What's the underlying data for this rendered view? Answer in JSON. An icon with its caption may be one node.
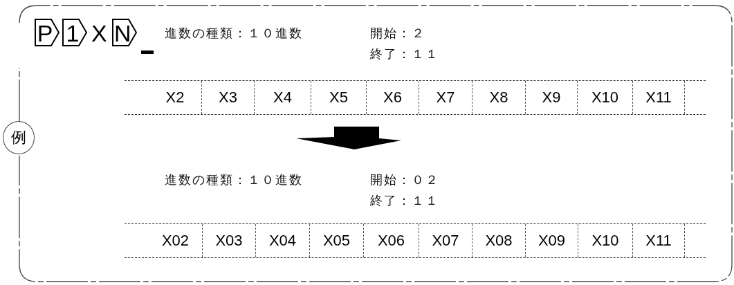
{
  "diagram": {
    "nodes": [
      {
        "text": [
          "P"
        ]
      },
      {
        "text": [
          "1"
        ]
      },
      {
        "text": [
          "N"
        ]
      },
      {
        "text": [
          "例"
        ]
      }
    ],
    "labels": [
      "X",
      "進数の種類：１０進数",
      "開始：２",
      "終了：１１",
      "X2",
      "X3",
      "X4",
      "X5",
      "X6",
      "X7",
      "X8",
      "X9",
      "X10",
      "X11",
      "進数の種類：１０進数",
      "開始：０２",
      "終了：１１",
      "X02",
      "X03",
      "X04",
      "X05",
      "X06",
      "X07",
      "X08",
      "X09",
      "X10",
      "X11"
    ]
  }
}
